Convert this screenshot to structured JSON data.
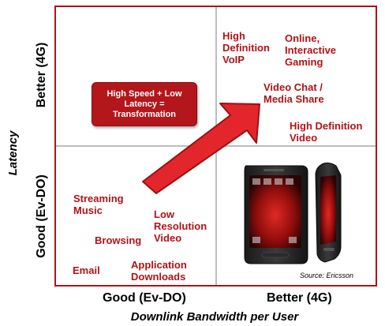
{
  "axes": {
    "y_top_tick": "Better (4G)",
    "y_bottom_tick": "Good (Ev-DO)",
    "y_label": "Latency",
    "x_left_tick": "Good (Ev-DO)",
    "x_right_tick": "Better (4G)",
    "x_label": "Downlink Bandwidth per User"
  },
  "callout": "High Speed + Low\nLatency =\nTransformation",
  "items": [
    {
      "id": "hd-voip",
      "text": "High\nDefinition\nVoIP"
    },
    {
      "id": "online-gaming",
      "text": "Online,\nInteractive\nGaming"
    },
    {
      "id": "video-chat",
      "text": "Video Chat /\nMedia Share"
    },
    {
      "id": "hd-video",
      "text": "High Definition\nVideo"
    },
    {
      "id": "streaming-music",
      "text": "Streaming\nMusic"
    },
    {
      "id": "low-res-video",
      "text": "Low\nResolution\nVideo"
    },
    {
      "id": "browsing",
      "text": "Browsing"
    },
    {
      "id": "email",
      "text": "Email"
    },
    {
      "id": "app-downloads",
      "text": "Application\nDownloads"
    }
  ],
  "source": "Source: Ericsson",
  "colors": {
    "accent": "#b01217",
    "arrow_fill": "#e3262b",
    "divider": "#bdbdbd"
  }
}
